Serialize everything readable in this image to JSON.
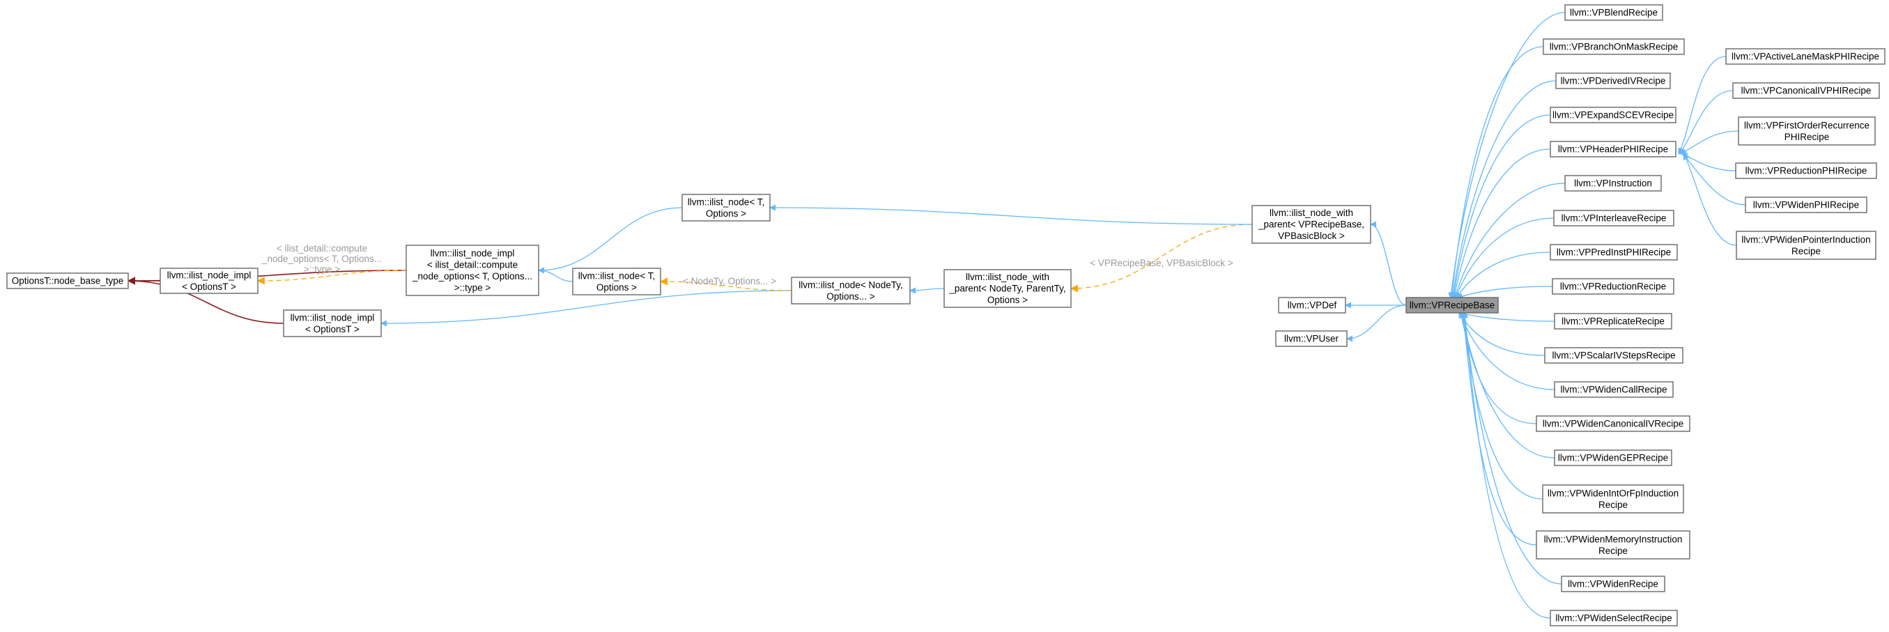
{
  "nodes": [
    {
      "id": "options_base",
      "lines": [
        "OptionsT::node_base_type"
      ]
    },
    {
      "id": "impl_optionsT_a",
      "lines": [
        "llvm::ilist_node_impl",
        "< OptionsT >"
      ]
    },
    {
      "id": "impl_compute",
      "lines": [
        "llvm::ilist_node_impl",
        "< ilist_detail::compute",
        "_node_options< T, Options...",
        ">::type >"
      ]
    },
    {
      "id": "impl_optionsT_b",
      "lines": [
        "llvm::ilist_node_impl",
        "< OptionsT >"
      ]
    },
    {
      "id": "node_T_a",
      "lines": [
        "llvm::ilist_node< T,",
        "Options >"
      ]
    },
    {
      "id": "node_T_b",
      "lines": [
        "llvm::ilist_node< T,",
        "Options >"
      ]
    },
    {
      "id": "node_NodeTy",
      "lines": [
        "llvm::ilist_node< NodeTy,",
        "Options... >"
      ]
    },
    {
      "id": "with_parent_generic",
      "lines": [
        "llvm::ilist_node_with",
        "_parent< NodeTy, ParentTy,",
        "Options >"
      ]
    },
    {
      "id": "with_parent_vp",
      "lines": [
        "llvm::ilist_node_with",
        "_parent< VPRecipeBase,",
        "VPBasicBlock >"
      ]
    },
    {
      "id": "vpdef",
      "lines": [
        "llvm::VPDef"
      ]
    },
    {
      "id": "vpuser",
      "lines": [
        "llvm::VPUser"
      ]
    },
    {
      "id": "vprecipebase",
      "lines": [
        "llvm::VPRecipeBase"
      ]
    },
    {
      "id": "blend",
      "lines": [
        "llvm::VPBlendRecipe"
      ]
    },
    {
      "id": "branch",
      "lines": [
        "llvm::VPBranchOnMaskRecipe"
      ]
    },
    {
      "id": "derived",
      "lines": [
        "llvm::VPDerivedIVRecipe"
      ]
    },
    {
      "id": "expand",
      "lines": [
        "llvm::VPExpandSCEVRecipe"
      ]
    },
    {
      "id": "headerphi",
      "lines": [
        "llvm::VPHeaderPHIRecipe"
      ]
    },
    {
      "id": "instruction",
      "lines": [
        "llvm::VPInstruction"
      ]
    },
    {
      "id": "interleave",
      "lines": [
        "llvm::VPInterleaveRecipe"
      ]
    },
    {
      "id": "predinst",
      "lines": [
        "llvm::VPPredInstPHIRecipe"
      ]
    },
    {
      "id": "reduction",
      "lines": [
        "llvm::VPReductionRecipe"
      ]
    },
    {
      "id": "replicate",
      "lines": [
        "llvm::VPReplicateRecipe"
      ]
    },
    {
      "id": "scalarsteps",
      "lines": [
        "llvm::VPScalarIVStepsRecipe"
      ]
    },
    {
      "id": "widencall",
      "lines": [
        "llvm::VPWidenCallRecipe"
      ]
    },
    {
      "id": "widencanonical",
      "lines": [
        "llvm::VPWidenCanonicalIVRecipe"
      ]
    },
    {
      "id": "widengep",
      "lines": [
        "llvm::VPWidenGEPRecipe"
      ]
    },
    {
      "id": "widenintfp",
      "lines": [
        "llvm::VPWidenIntOrFpInduction",
        "Recipe"
      ]
    },
    {
      "id": "widenmemory",
      "lines": [
        "llvm::VPWidenMemoryInstruction",
        "Recipe"
      ]
    },
    {
      "id": "widen",
      "lines": [
        "llvm::VPWidenRecipe"
      ]
    },
    {
      "id": "widenselect",
      "lines": [
        "llvm::VPWidenSelectRecipe"
      ]
    },
    {
      "id": "activelane",
      "lines": [
        "llvm::VPActiveLaneMaskPHIRecipe"
      ]
    },
    {
      "id": "canonicalphi",
      "lines": [
        "llvm::VPCanonicalIVPHIRecipe"
      ]
    },
    {
      "id": "firstorder",
      "lines": [
        "llvm::VPFirstOrderRecurrence",
        "PHIRecipe"
      ]
    },
    {
      "id": "reductionphi",
      "lines": [
        "llvm::VPReductionPHIRecipe"
      ]
    },
    {
      "id": "widenphi",
      "lines": [
        "llvm::VPWidenPHIRecipe"
      ]
    },
    {
      "id": "widenpointer",
      "lines": [
        "llvm::VPWidenPointerInduction",
        "Recipe"
      ]
    }
  ],
  "edges": [
    {
      "from": "impl_optionsT_a",
      "to": "options_base",
      "kind": "inherit-private"
    },
    {
      "from": "impl_compute",
      "to": "options_base",
      "kind": "inherit-private"
    },
    {
      "from": "impl_optionsT_b",
      "to": "options_base",
      "kind": "inherit-private"
    },
    {
      "from": "impl_compute",
      "to": "impl_optionsT_a",
      "kind": "template",
      "label": [
        "< ilist_detail::compute",
        "_node_options< T, Options...",
        ">::type >"
      ]
    },
    {
      "from": "node_T_a",
      "to": "impl_compute",
      "kind": "inherit"
    },
    {
      "from": "node_T_b",
      "to": "impl_compute",
      "kind": "inherit"
    },
    {
      "from": "node_NodeTy",
      "to": "impl_optionsT_b",
      "kind": "inherit"
    },
    {
      "from": "node_NodeTy",
      "to": "node_T_b",
      "kind": "template",
      "label": [
        "< NodeTy, Options... >"
      ]
    },
    {
      "from": "with_parent_generic",
      "to": "node_NodeTy",
      "kind": "inherit"
    },
    {
      "from": "with_parent_vp",
      "to": "with_parent_generic",
      "kind": "template",
      "label": [
        "< VPRecipeBase, VPBasicBlock >"
      ]
    },
    {
      "from": "with_parent_vp",
      "to": "node_T_a",
      "kind": "inherit"
    },
    {
      "from": "vprecipebase",
      "to": "with_parent_vp",
      "kind": "inherit"
    },
    {
      "from": "vprecipebase",
      "to": "vpdef",
      "kind": "inherit"
    },
    {
      "from": "vprecipebase",
      "to": "vpuser",
      "kind": "inherit"
    }
  ],
  "colors": {
    "inherit": "#63b8ff",
    "inherit-private": "#8b1a1a",
    "template": "#ffa500",
    "label": "#9a9a9a",
    "focus_fill": "#999999",
    "border": "#666666"
  }
}
